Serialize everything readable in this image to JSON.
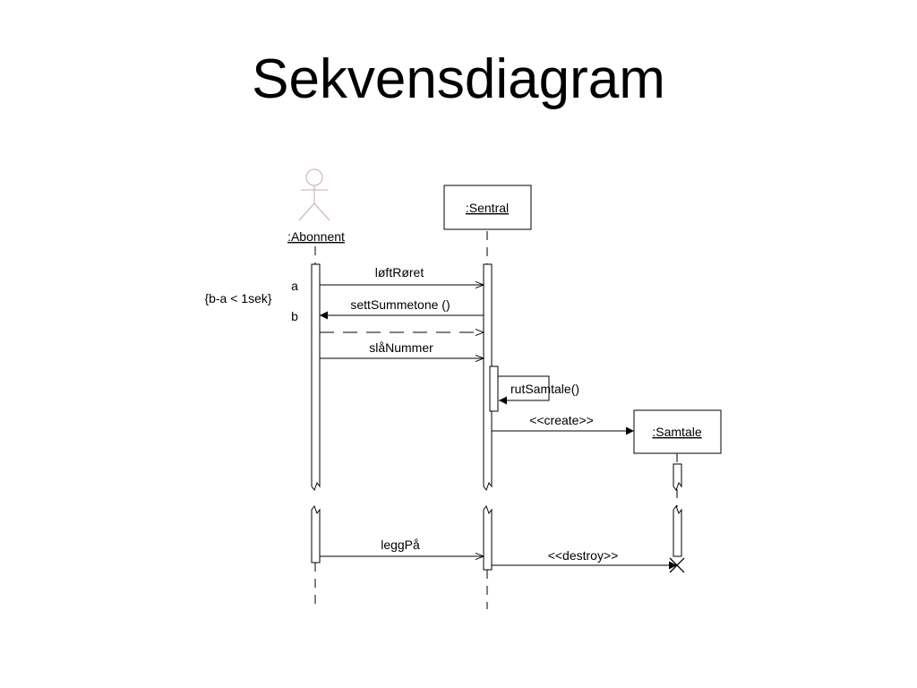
{
  "slide": {
    "title": "Sekvensdiagram"
  },
  "diagram": {
    "lifelines": {
      "abonnent": ":Abonnent",
      "sentral": ":Sentral",
      "samtale": ":Samtale"
    },
    "messages": {
      "loftroret": "løftRøret",
      "settsummetone": "settSummetone ()",
      "slanummer": "slåNummer",
      "rutsamtale": "rutSamtale()",
      "create": "<<create>>",
      "leggpa": "leggPå",
      "destroy": "<<destroy>>"
    },
    "annotations": {
      "mark_a": "a",
      "mark_b": "b",
      "constraint": "{b-a < 1sek}"
    }
  }
}
